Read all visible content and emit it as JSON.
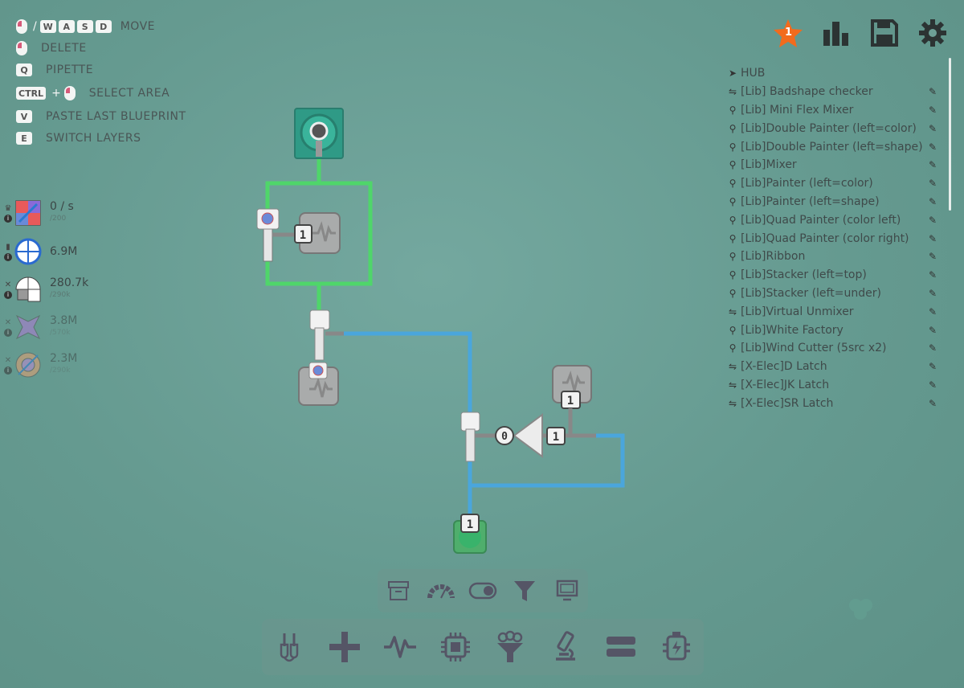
{
  "keybinds": {
    "move_keys": [
      "W",
      "A",
      "S",
      "D"
    ],
    "slash": "/",
    "plus": "+",
    "move": "MOVE",
    "delete": "DELETE",
    "pipette_key": "Q",
    "pipette": "PIPETTE",
    "ctrl_key": "CTRL",
    "select_area": "SELECT AREA",
    "paste_key": "V",
    "paste": "PASTE LAST BLUEPRINT",
    "layers_key": "E",
    "switch_layers": "SWITCH LAYERS"
  },
  "stats": [
    {
      "value": "0 / s",
      "sub": "/200",
      "icon": "crown-icon"
    },
    {
      "value": "6.9M",
      "sub": "",
      "icon": "pin-icon"
    },
    {
      "value": "280.7k",
      "sub": "/290k",
      "icon": "close-icon"
    },
    {
      "value": "3.8M",
      "sub": "/570k",
      "icon": "close-icon"
    },
    {
      "value": "2.3M",
      "sub": "/290k",
      "icon": "close-icon"
    }
  ],
  "top": {
    "notification_count": "1",
    "accent": "#f26b1d"
  },
  "waypoints": [
    {
      "icon": "cursor-icon",
      "label": "HUB",
      "editable": false
    },
    {
      "icon": "loop-icon",
      "label": "[Lib] Badshape checker",
      "editable": true
    },
    {
      "icon": "pin-icon",
      "label": "[Lib] Mini Flex Mixer",
      "editable": true
    },
    {
      "icon": "pin-icon",
      "label": "[Lib]Double Painter (left=color)",
      "editable": true
    },
    {
      "icon": "pin-icon",
      "label": "[Lib]Double Painter (left=shape)",
      "editable": true
    },
    {
      "icon": "pin-icon",
      "label": "[Lib]Mixer",
      "editable": true
    },
    {
      "icon": "pin-icon",
      "label": "[Lib]Painter (left=color)",
      "editable": true
    },
    {
      "icon": "pin-icon",
      "label": "[Lib]Painter (left=shape)",
      "editable": true
    },
    {
      "icon": "pin-icon",
      "label": "[Lib]Quad Painter (color left)",
      "editable": true
    },
    {
      "icon": "pin-icon",
      "label": "[Lib]Quad Painter (color right)",
      "editable": true
    },
    {
      "icon": "pin-icon",
      "label": "[Lib]Ribbon",
      "editable": true
    },
    {
      "icon": "pin-icon",
      "label": "[Lib]Stacker (left=top)",
      "editable": true
    },
    {
      "icon": "pin-icon",
      "label": "[Lib]Stacker (left=under)",
      "editable": true
    },
    {
      "icon": "loop-icon",
      "label": "[Lib]Virtual Unmixer",
      "editable": true
    },
    {
      "icon": "pin-icon",
      "label": "[Lib]White Factory",
      "editable": true
    },
    {
      "icon": "pin-icon",
      "label": "[Lib]Wind Cutter (5src x2)",
      "editable": true
    },
    {
      "icon": "loop-icon",
      "label": "[X-Elec]D Latch",
      "editable": true
    },
    {
      "icon": "loop-icon",
      "label": "[X-Elec]JK Latch",
      "editable": true
    },
    {
      "icon": "loop-icon",
      "label": "[X-Elec]SR Latch",
      "editable": true
    }
  ],
  "board": {
    "green_wire": "#4fd66a",
    "blue_wire": "#4aa6dc",
    "labels": {
      "a": "1",
      "b": "1",
      "c": "0",
      "d": "1",
      "e": "1"
    }
  },
  "toolbar_secondary": [
    "storage-icon",
    "gauge-icon",
    "toggle-icon",
    "filter-icon",
    "display-icon"
  ],
  "toolbar_main": [
    "wire-icon",
    "crossing-icon",
    "signal-icon",
    "chip-icon",
    "painter-icon",
    "analyzer-icon",
    "belt-icon",
    "power-icon"
  ]
}
